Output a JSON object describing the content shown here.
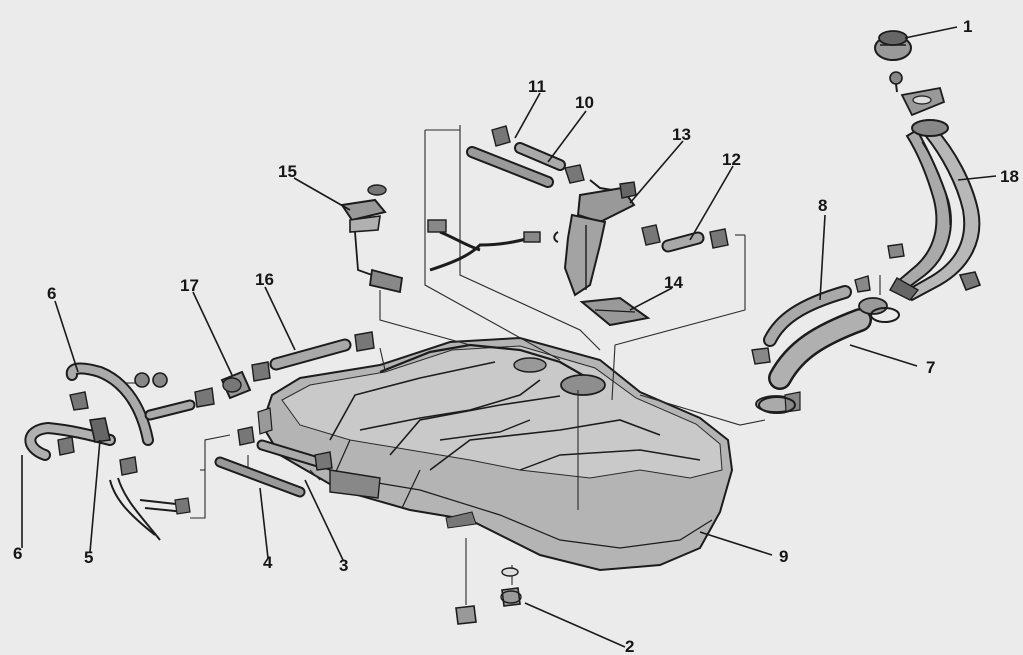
{
  "diagram": {
    "callouts": [
      {
        "id": "c1",
        "text": "1"
      },
      {
        "id": "c2",
        "text": "2"
      },
      {
        "id": "c3",
        "text": "3"
      },
      {
        "id": "c4",
        "text": "4"
      },
      {
        "id": "c5",
        "text": "5"
      },
      {
        "id": "c6a",
        "text": "6"
      },
      {
        "id": "c6b",
        "text": "6"
      },
      {
        "id": "c7",
        "text": "7"
      },
      {
        "id": "c8",
        "text": "8"
      },
      {
        "id": "c9",
        "text": "9"
      },
      {
        "id": "c10",
        "text": "10"
      },
      {
        "id": "c11",
        "text": "11"
      },
      {
        "id": "c12",
        "text": "12"
      },
      {
        "id": "c13",
        "text": "13"
      },
      {
        "id": "c14",
        "text": "14"
      },
      {
        "id": "c15",
        "text": "15"
      },
      {
        "id": "c16",
        "text": "16"
      },
      {
        "id": "c17",
        "text": "17"
      },
      {
        "id": "c18",
        "text": "18"
      }
    ]
  },
  "colors": {
    "background": "#ebebeb",
    "ink": "#1c1c1c",
    "part_shade": "#a9a9a9",
    "tank_shade": "#b4b4b4"
  }
}
